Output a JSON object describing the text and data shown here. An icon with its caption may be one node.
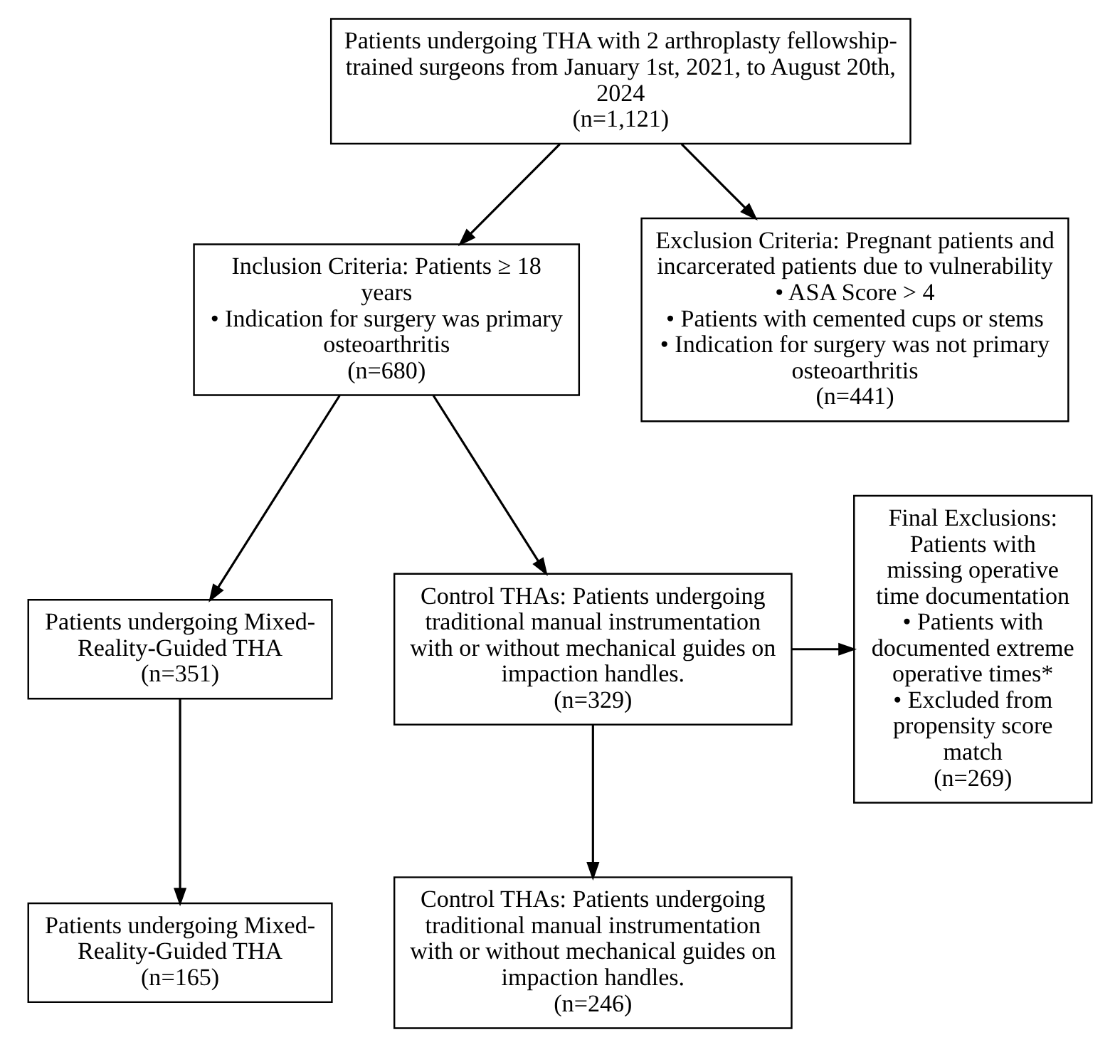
{
  "diagram": {
    "nodes": [
      {
        "text": [
          "Patients undergoing THA with 2 arthroplasty fellowship-trained surgeons from January 1st, 2021, to August 20th, 2024",
          "(n=1,121)"
        ]
      },
      {
        "text": [
          "Inclusion Criteria: Patients ≥ 18 years",
          "• Indication for surgery was primary osteoarthritis",
          "(n=680)"
        ]
      },
      {
        "text": [
          "Exclusion Criteria: Pregnant patients and incarcerated patients due to vulnerability",
          "• ASA Score > 4",
          "• Patients with cemented cups or stems",
          "• Indication for surgery was not primary osteoarthritis",
          "(n=441)"
        ]
      },
      {
        "text": [
          "Patients undergoing Mixed-Reality-Guided THA",
          "(n=351)"
        ]
      },
      {
        "text": [
          "Control THAs: Patients undergoing traditional manual instrumentation with or without mechanical guides on impaction handles.",
          "(n=329)"
        ]
      },
      {
        "text": [
          "Patients undergoing Mixed-Reality-Guided THA",
          "(n=165)"
        ]
      },
      {
        "text": [
          "Control THAs: Patients undergoing traditional manual instrumentation with or without mechanical guides on impaction handles.",
          "(n=246)"
        ]
      },
      {
        "text": [
          "Final Exclusions: Patients with missing operative time documentation",
          "• Patients with documented extreme operative times*",
          "• Excluded from propensity score match",
          "(n=269)"
        ]
      }
    ],
    "edges": [
      {
        "from": 0,
        "to": 1,
        "arrow": "to"
      },
      {
        "from": 0,
        "to": 2,
        "arrow": "to"
      },
      {
        "from": 1,
        "to": 3,
        "arrow": "to"
      },
      {
        "from": 1,
        "to": 4,
        "arrow": "to"
      },
      {
        "from": 3,
        "to": 5,
        "arrow": "to"
      },
      {
        "from": 4,
        "to": 6,
        "arrow": "to"
      },
      {
        "from": 4,
        "to": 7,
        "arrow": "to"
      }
    ]
  }
}
